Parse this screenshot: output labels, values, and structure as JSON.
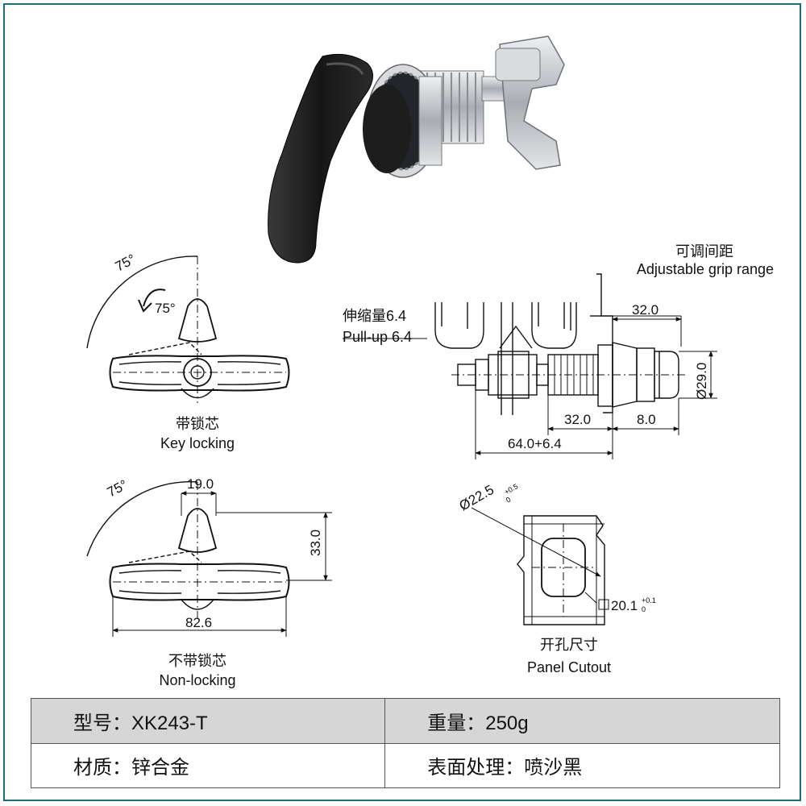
{
  "annotations": {
    "adjustable_grip_cn": "可调间距",
    "adjustable_grip_en": "Adjustable grip range",
    "pull_up_cn": "伸缩量6.4",
    "pull_up_en": "Pull-up 6.4",
    "key_locking_cn": "带锁芯",
    "key_locking_en": "Key locking",
    "non_locking_cn": "不带锁芯",
    "non_locking_en": "Non-locking",
    "panel_cutout_cn": "开孔尺寸",
    "panel_cutout_en": "Panel Cutout"
  },
  "dimensions": {
    "angle_top_outer": "75°",
    "angle_top_inner": "75°",
    "angle_bottom": "75°",
    "width_19": "19.0",
    "height_33": "33.0",
    "width_82": "82.6",
    "side_32_top": "32.0",
    "side_dia_29": "Ø29.0",
    "side_32_bottom": "32.0",
    "side_8": "8.0",
    "side_total": "64.0+6.4",
    "cutout_dia": "Ø22.5",
    "cutout_dia_tol": "+0.5",
    "cutout_dia_tol_low": "0",
    "cutout_square": "20.1",
    "cutout_sq_tol": "+0.1",
    "cutout_sq_tol_low": "0"
  },
  "specs": {
    "model": "型号：XK243-T",
    "weight": "重量：250g",
    "material": "材质：锌合金",
    "surface": "表面处理：喷沙黑"
  },
  "colors": {
    "frame": "#1e6f75",
    "handle": "#1c1c1c",
    "metal": "#c9ccd0",
    "table_header": "#d6d6d6"
  }
}
